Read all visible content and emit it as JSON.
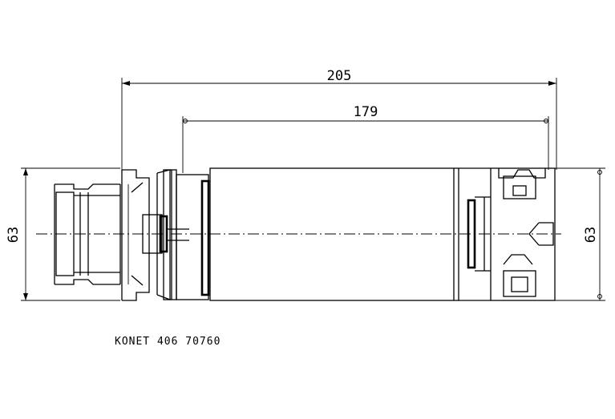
{
  "dimensions": {
    "overall_length": "205",
    "body_length": "179",
    "left_diameter": "63",
    "right_diameter": "63"
  },
  "caption": "KONET 406 70760"
}
